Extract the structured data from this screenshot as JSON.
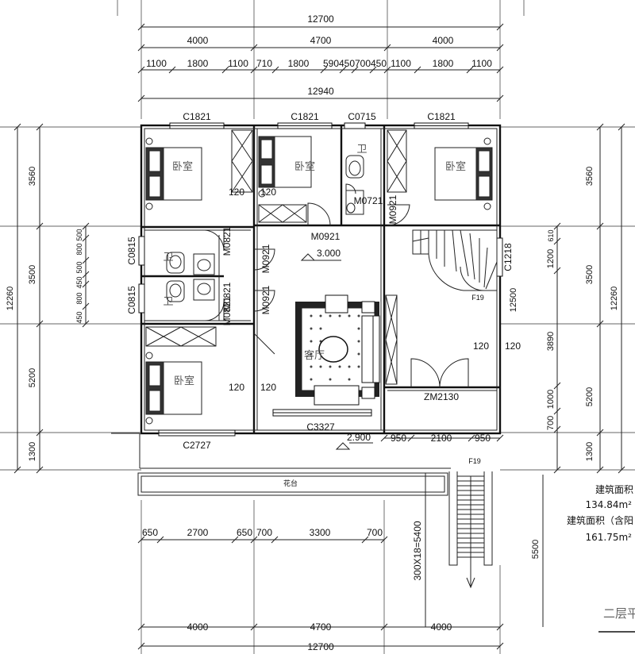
{
  "dimensions_top": {
    "overall": "12700",
    "bays": [
      "4000",
      "4700",
      "4000"
    ],
    "details": [
      "1100",
      "1800",
      "1100",
      "710",
      "1800",
      "590",
      "450",
      "700",
      "450",
      "1100",
      "1800",
      "1100"
    ],
    "wall_total": "12940"
  },
  "dimensions_bottom": {
    "details": [
      "650",
      "2700",
      "650",
      "700",
      "3300",
      "700"
    ],
    "bays": [
      "4000",
      "4700",
      "4000"
    ],
    "overall": "12700"
  },
  "dimensions_left": {
    "outer": [
      "3560",
      "3500",
      "5200",
      "1300"
    ],
    "total": "12260",
    "inner": [
      "500",
      "800",
      "500",
      "450",
      "800",
      "450"
    ]
  },
  "dimensions_right": {
    "inner": [
      "610",
      "1200",
      "3890",
      "1000",
      "700"
    ],
    "inner_total": "12500",
    "outer": [
      "3560",
      "3500",
      "5200",
      "1300"
    ],
    "total": "12260",
    "stair_run": "5500"
  },
  "windows": [
    "C1821",
    "C1821",
    "C0715",
    "C1821",
    "C0815",
    "C0815",
    "C1218",
    "C2727",
    "C3327"
  ],
  "doors": [
    "M0921",
    "M0921",
    "M0721",
    "M0921",
    "M0921",
    "M0821",
    "M0821",
    "M0821",
    "ZM2130"
  ],
  "rooms": {
    "bedroom": "卧室",
    "bath": "卫",
    "living": "客厅",
    "planter": "花台"
  },
  "annotations": {
    "level_main": "3.000",
    "level_terrace": "2.900",
    "wall_offset": "120",
    "stair_up": "F19",
    "stair_formula": "300X18=5400",
    "terrace_left": "950",
    "terrace_mid": "2100",
    "terrace_right": "950"
  },
  "area_notes": {
    "label1": "建筑面积",
    "value1": "134.84m²",
    "label2": "建筑面积（含阳",
    "value2": "161.75m²"
  },
  "title_fragment": "二层平",
  "colors": {
    "line": "#111111",
    "background": "#ffffff"
  }
}
